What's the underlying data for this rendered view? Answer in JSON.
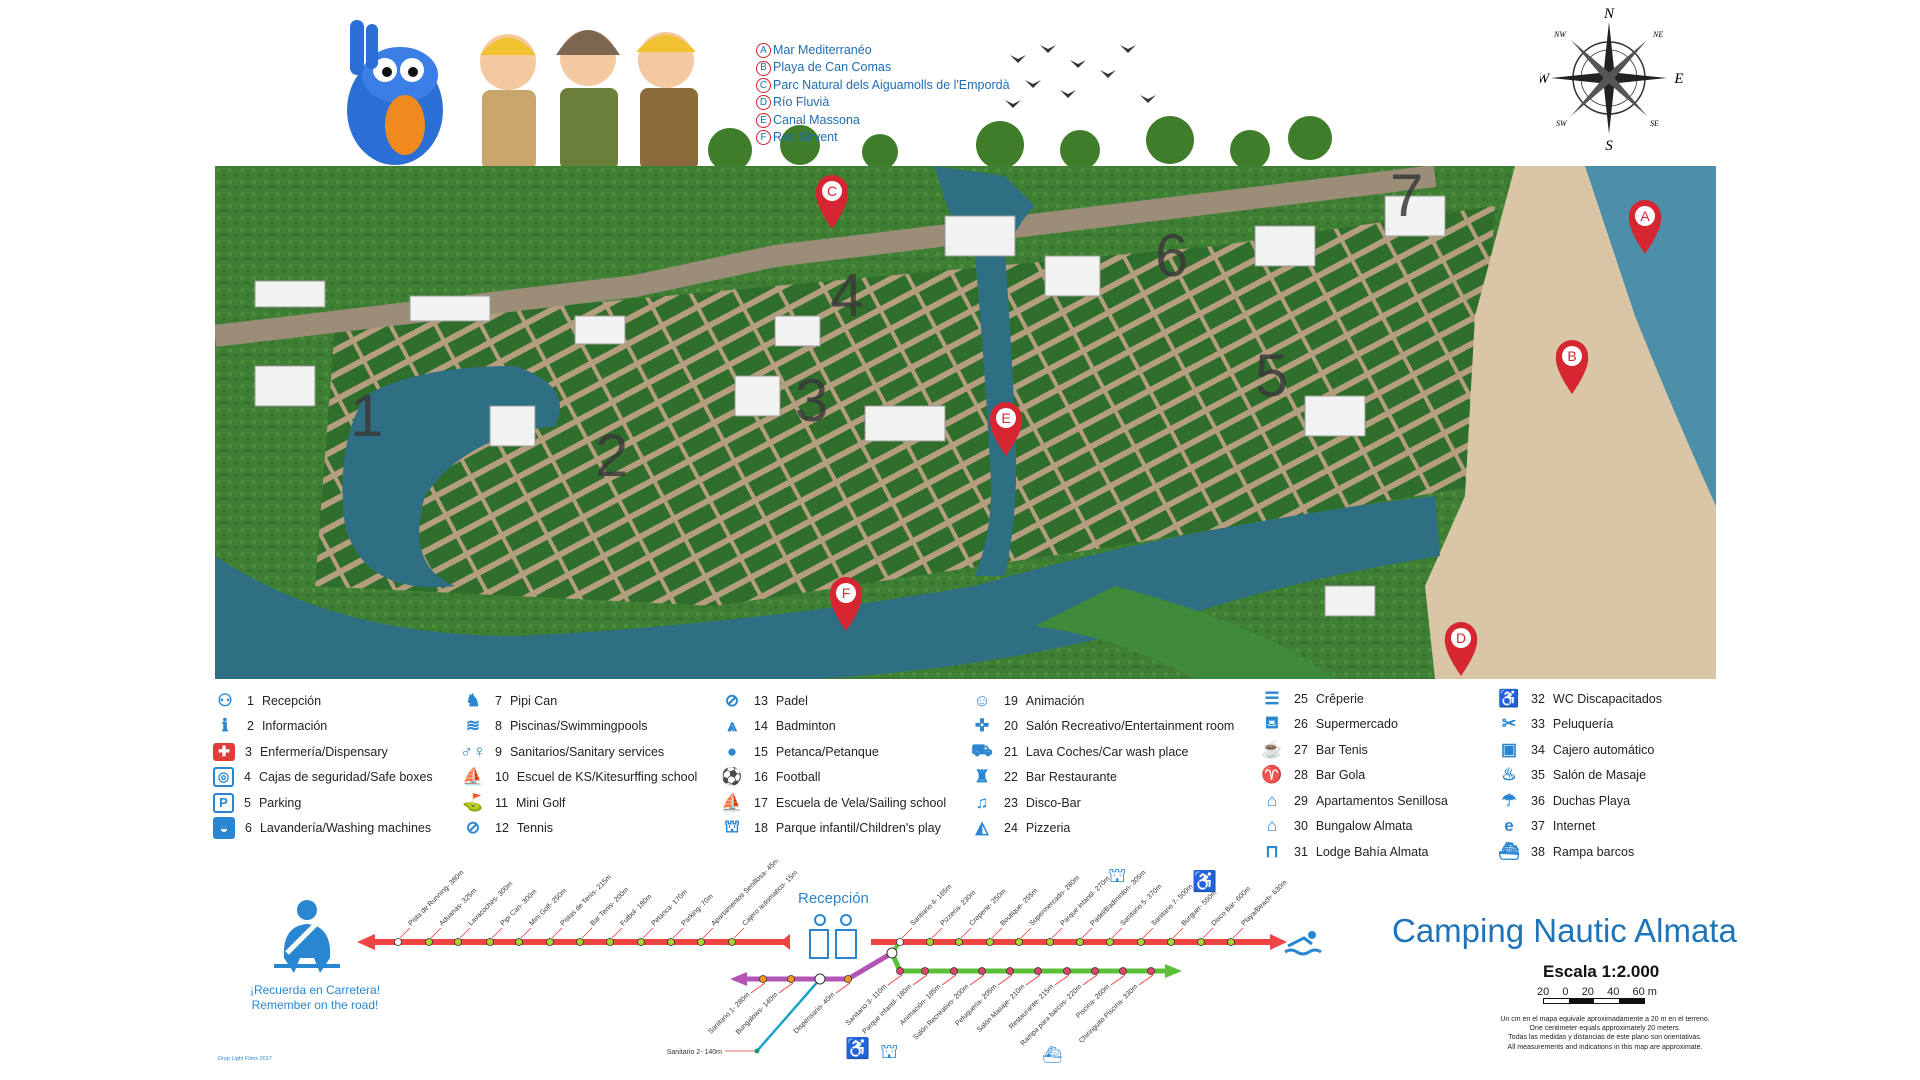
{
  "title": "Camping Nautic Almata",
  "places": [
    {
      "letter": "A",
      "name": "Mar Mediterranéo"
    },
    {
      "letter": "B",
      "name": "Playa de Can Comas"
    },
    {
      "letter": "C",
      "name": "Parc Natural dels Aiguamolls de l'Empordà"
    },
    {
      "letter": "D",
      "name": "Río Fluvià"
    },
    {
      "letter": "E",
      "name": "Canal Massona"
    },
    {
      "letter": "F",
      "name": "Rec Sirvent"
    }
  ],
  "compass": {
    "n": "N",
    "s": "S",
    "e": "E",
    "w": "W",
    "ne": "NE",
    "nw": "NW",
    "se": "SE",
    "sw": "SW"
  },
  "zones": [
    "1",
    "2",
    "3",
    "4",
    "5",
    "6",
    "7"
  ],
  "legend_columns": [
    [
      {
        "num": "1",
        "label": "Recepción",
        "icon": "reception-icon",
        "glyph": "⚇",
        "style": ""
      },
      {
        "num": "2",
        "label": "Información",
        "icon": "info-icon",
        "glyph": "ℹ",
        "style": ""
      },
      {
        "num": "3",
        "label": "Enfermería/Dispensary",
        "icon": "first-aid-icon",
        "glyph": "✚",
        "style": "red"
      },
      {
        "num": "4",
        "label": "Cajas de seguridad/Safe boxes",
        "icon": "safe-box-icon",
        "glyph": "◎",
        "style": "box"
      },
      {
        "num": "5",
        "label": "Parking",
        "icon": "parking-icon",
        "glyph": "P",
        "style": "box"
      },
      {
        "num": "6",
        "label": "Lavandería/Washing machines",
        "icon": "washing-machine-icon",
        "glyph": "◒",
        "style": "fill"
      }
    ],
    [
      {
        "num": "7",
        "label": "Pipi Can",
        "icon": "dog-icon",
        "glyph": "♞",
        "style": ""
      },
      {
        "num": "8",
        "label": "Piscinas/Swimmingpools",
        "icon": "swimming-icon",
        "glyph": "≋",
        "style": ""
      },
      {
        "num": "9",
        "label": "Sanitarios/Sanitary services",
        "icon": "toilets-icon",
        "glyph": "♂♀",
        "style": ""
      },
      {
        "num": "10",
        "label": "Escuel de KS/Kitesurffing school",
        "icon": "kitesurf-icon",
        "glyph": "⛵",
        "style": ""
      },
      {
        "num": "11",
        "label": "Mini Golf",
        "icon": "golf-icon",
        "glyph": "⛳",
        "style": ""
      },
      {
        "num": "12",
        "label": "Tennis",
        "icon": "tennis-icon",
        "glyph": "⊘",
        "style": ""
      }
    ],
    [
      {
        "num": "13",
        "label": "Padel",
        "icon": "padel-icon",
        "glyph": "⊘",
        "style": ""
      },
      {
        "num": "14",
        "label": "Badminton",
        "icon": "badminton-icon",
        "glyph": "⩓",
        "style": ""
      },
      {
        "num": "15",
        "label": "Petanca/Petanque",
        "icon": "petanque-icon",
        "glyph": "●",
        "style": ""
      },
      {
        "num": "16",
        "label": "Football",
        "icon": "football-icon",
        "glyph": "⚽",
        "style": ""
      },
      {
        "num": "17",
        "label": "Escuela de Vela/Sailing school",
        "icon": "sailing-icon",
        "glyph": "⛵",
        "style": ""
      },
      {
        "num": "18",
        "label": "Parque infantil/Children's play",
        "icon": "playground-icon",
        "glyph": "⛫",
        "style": ""
      }
    ],
    [
      {
        "num": "19",
        "label": "Animación",
        "icon": "animation-icon",
        "glyph": "☺",
        "style": ""
      },
      {
        "num": "20",
        "label": "Salón Recreativo/Entertainment room",
        "icon": "gamepad-icon",
        "glyph": "✜",
        "style": ""
      },
      {
        "num": "21",
        "label": "Lava Coches/Car wash place",
        "icon": "car-wash-icon",
        "glyph": "⛟",
        "style": ""
      },
      {
        "num": "22",
        "label": "Bar Restaurante",
        "icon": "waiter-icon",
        "glyph": "♜",
        "style": ""
      },
      {
        "num": "23",
        "label": "Disco-Bar",
        "icon": "dancers-icon",
        "glyph": "♫",
        "style": ""
      },
      {
        "num": "24",
        "label": "Pizzeria",
        "icon": "pizza-icon",
        "glyph": "◭",
        "style": ""
      }
    ],
    [
      {
        "num": "25",
        "label": "Crêperie",
        "icon": "crepe-icon",
        "glyph": "☰",
        "style": ""
      },
      {
        "num": "26",
        "label": "Supermercado",
        "icon": "cart-icon",
        "glyph": "⛾",
        "style": ""
      },
      {
        "num": "27",
        "label": "Bar Tenis",
        "icon": "drink-cup-icon",
        "glyph": "☕",
        "style": ""
      },
      {
        "num": "28",
        "label": "Bar Gola",
        "icon": "wine-glass-icon",
        "glyph": "♈",
        "style": ""
      },
      {
        "num": "29",
        "label": "Apartamentos Senillosa",
        "icon": "house-icon",
        "glyph": "⌂",
        "style": ""
      },
      {
        "num": "30",
        "label": "Bungalow Almata",
        "icon": "bungalow-icon",
        "glyph": "⌂",
        "style": ""
      },
      {
        "num": "31",
        "label": "Lodge Bahía Almata",
        "icon": "lodge-icon",
        "glyph": "⊓",
        "style": ""
      }
    ],
    [
      {
        "num": "32",
        "label": "WC Discapacitados",
        "icon": "wheelchair-icon",
        "glyph": "♿",
        "style": ""
      },
      {
        "num": "33",
        "label": "Peluquería",
        "icon": "hairdresser-icon",
        "glyph": "✂",
        "style": ""
      },
      {
        "num": "34",
        "label": "Cajero automático",
        "icon": "atm-icon",
        "glyph": "▣",
        "style": ""
      },
      {
        "num": "35",
        "label": "Salón de Masaje",
        "icon": "massage-icon",
        "glyph": "♨",
        "style": ""
      },
      {
        "num": "36",
        "label": "Duchas Playa",
        "icon": "shower-icon",
        "glyph": "☂",
        "style": ""
      },
      {
        "num": "37",
        "label": "Internet",
        "icon": "internet-icon",
        "glyph": "e",
        "style": ""
      },
      {
        "num": "38",
        "label": "Rampa barcos",
        "icon": "boat-ramp-icon",
        "glyph": "⛴",
        "style": ""
      }
    ]
  ],
  "routes": {
    "reception_label": "Recepción",
    "west": [
      "Pista de Running- 380m",
      "Aduanas- 325m",
      "Lavacoches- 300m",
      "Pipi Can- 300m",
      "Mini Golf- 250m",
      "Pistas de Tenis- 215m",
      "Bar Tenis- 200m",
      "Futbol- 180m",
      "Petanca- 170m",
      "Parking- 70m",
      "Apartamentos Senillosa- 45m",
      "Cajero automatico- 15m"
    ],
    "east": [
      "Santiario 4- 165m",
      "Pizzeria- 230m",
      "Creperie- 250m",
      "Boutique- 255m",
      "Supermercado- 280m",
      "Parque infantil- 270m",
      "Padel/Badminton- 305m",
      "Sanitario 5- 370m",
      "Sanitario 7- 500m",
      "Burguer- 550m",
      "Disco Bar- 600m",
      "Playa/Beach- 630m"
    ],
    "purple": [
      "Sanitario 1- 280m",
      "Bungalows- 140m",
      "Dispensario- 40m"
    ],
    "cyan": [
      "Sanitario 2- 140m"
    ],
    "green": [
      "Sanitario 3- 110m",
      "Parque infantil- 180m",
      "Animación- 185m",
      "Salón Recreativo- 200m",
      "Peluqueria- 205m",
      "Salón Masaje- 210m",
      "Restaurante- 215m",
      "Rampa para barcos- 220m",
      "Piscina- 260m",
      "Chiringuito Piscina- 330m"
    ],
    "colors": {
      "red": "#ef4444",
      "purple": "#b154b3",
      "green": "#5bbf3a",
      "cyan": "#1aa3c8"
    }
  },
  "reminder": {
    "line1": "¡Recuerda en Carretera!",
    "line2": "Remember on the road!"
  },
  "scale": {
    "title": "Escala 1:2.000",
    "ticks": [
      "20",
      "0",
      "20",
      "40",
      "60 m"
    ],
    "notes": [
      "Un cm en el mapa equivale aproximadamente a 20 m en el terreno.",
      "One centimeter equals approximately 20 meters.",
      "Todas las medidas y distancias de este plano son orientativas.",
      "All measurements and indications in this map are approximate."
    ]
  },
  "credit": "Drop Light Films 2017"
}
